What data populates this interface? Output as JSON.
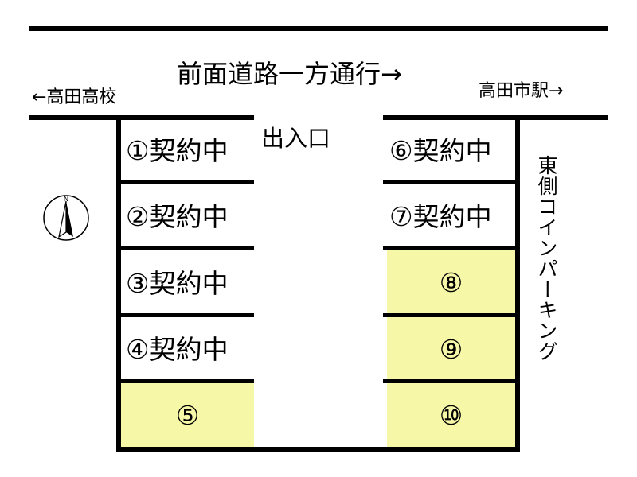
{
  "road": {
    "label": "前面道路一方通行→",
    "left_direction": "←高田高校",
    "right_direction": "高田市駅→"
  },
  "entrance_label": "出入口",
  "side_label": "東側コインパーキング",
  "compass": {
    "letter": "N"
  },
  "colors": {
    "available": "#f7f7a8",
    "lines": "#000000",
    "background": "#ffffff"
  },
  "left_spaces": [
    {
      "text": "①契約中",
      "status": "contracted"
    },
    {
      "text": "②契約中",
      "status": "contracted"
    },
    {
      "text": "③契約中",
      "status": "contracted"
    },
    {
      "text": "④契約中",
      "status": "contracted"
    },
    {
      "text": "⑤",
      "status": "available"
    }
  ],
  "right_spaces": [
    {
      "text": "⑥契約中",
      "status": "contracted"
    },
    {
      "text": "⑦契約中",
      "status": "contracted"
    },
    {
      "text": "⑧",
      "status": "available"
    },
    {
      "text": "⑨",
      "status": "available"
    },
    {
      "text": "⑩",
      "status": "available"
    }
  ]
}
